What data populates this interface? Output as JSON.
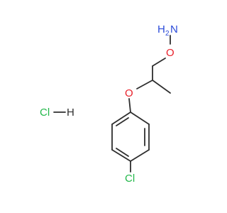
{
  "colors": {
    "background": "#ffffff",
    "bond": "#2e2e2e",
    "oxygen": "#e8202a",
    "nitrogen": "#2b4bd9",
    "chlorine": "#22b84a",
    "hydrogen_carbon": "#2e2e2e"
  },
  "labels": {
    "amine_n": "N",
    "amine_h2": "H",
    "amine_h2_sub": "2",
    "ether_o_top": "O",
    "ether_o_aryl": "O",
    "ring_cl": "Cl",
    "salt_cl": "Cl",
    "salt_h": "H"
  }
}
